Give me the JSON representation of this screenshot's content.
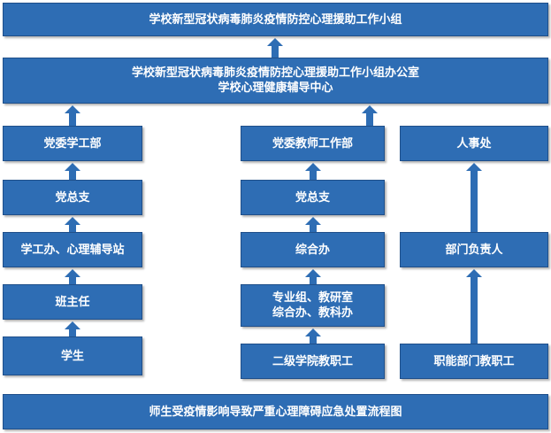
{
  "colors": {
    "box_fill": "#2e6db4",
    "box_border": "#1f4f8a",
    "text": "#ffffff"
  },
  "diagram": {
    "top_group": "学校新型冠状病毒肺炎疫情防控心理援助工作小组",
    "office_line1": "学校新型冠状病毒肺炎疫情防控心理援助工作小组办公室",
    "office_line2": "学校心理健康辅导中心",
    "left_column": {
      "dept": "党委学工部",
      "branch": "党总支",
      "station": "学工办、心理辅导站",
      "teacher": "班主任",
      "student": "学生"
    },
    "middle_column": {
      "dept": "党委教师工作部",
      "branch": "党总支",
      "office": "综合办",
      "groups_line1": "专业组、教研室",
      "groups_line2": "综合办、教科办",
      "staff": "二级学院教职工"
    },
    "right_column": {
      "dept": "人事处",
      "head": "部门负责人",
      "staff": "职能部门教职工"
    },
    "footer": "师生受疫情影响导致严重心理障碍应急处置流程图"
  }
}
